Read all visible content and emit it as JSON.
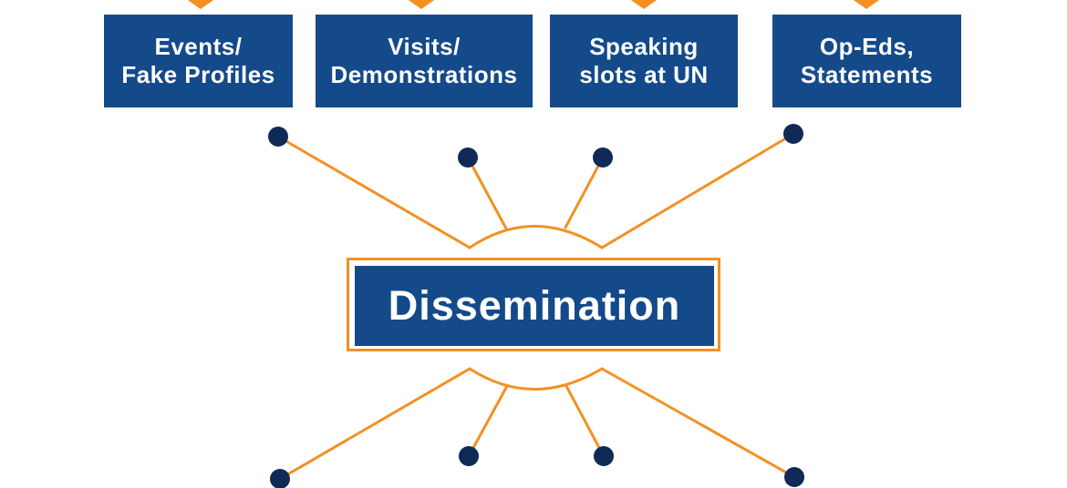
{
  "colors": {
    "box_fill": "#144a8a",
    "accent_orange": "#f29122",
    "node_fill": "#0f2a57",
    "text_on_box": "#ffffff"
  },
  "top_boxes": [
    {
      "line1": "Events/",
      "line2": "Fake Profiles"
    },
    {
      "line1": "Visits/",
      "line2": "Demonstrations"
    },
    {
      "line1": "Speaking",
      "line2": "slots at UN"
    },
    {
      "line1": "Op-Eds,",
      "line2": "Statements"
    }
  ],
  "center": {
    "label": "Dissemination"
  },
  "icons": {
    "top_connector": "orange-chevron-arrow",
    "node": "navy-dot"
  }
}
